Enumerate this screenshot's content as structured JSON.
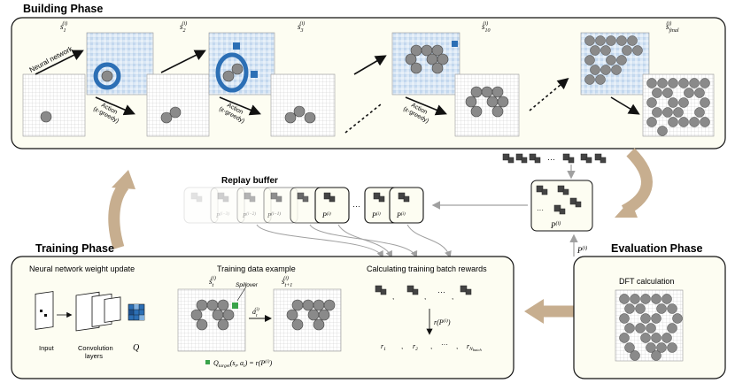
{
  "phases": {
    "building": "Building Phase",
    "training": "Training Phase",
    "evaluation": "Evaluation Phase"
  },
  "building": {
    "states": [
      "s",
      "s",
      "s",
      "s",
      "s"
    ],
    "state_sub": [
      "1",
      "2",
      "3",
      "10",
      "final"
    ],
    "state_sup": "(i)",
    "neural_network": "Neural network",
    "action_line1": "Action",
    "action_line2": "(ε-greedy)"
  },
  "replay_buffer": {
    "title": "Replay buffer",
    "items": [
      "P",
      "P",
      "P",
      "P",
      "P",
      "P",
      "P"
    ],
    "item_sup": [
      "(i−3)",
      "(i−2)",
      "(i−1)",
      "(i)",
      "(i)",
      "(i)",
      "(i)"
    ],
    "ellipsis": "···"
  },
  "evaluation": {
    "box_label": "DFT calculation",
    "pool_label": "P",
    "pool_sup": "(i)",
    "arrow_label": "P",
    "arrow_sup": "(i)",
    "ellipsis": "···"
  },
  "training": {
    "weight_update": "Neural network weight update",
    "input": "Input",
    "conv1": "Convolution",
    "conv2": "layers",
    "q": "Q",
    "example_title": "Training data example",
    "s_t": "s",
    "s_t_sub": "t",
    "s_t1_sub": "t+1",
    "sup": "(i)",
    "spillover": "Spillover",
    "a_t": "a",
    "q_target_eq": "Q",
    "q_target_sub": "target",
    "q_target_args": "(s",
    "q_target_rest": ") = r(P",
    "rewards_title": "Calculating training batch rewards",
    "reward_fn": "r(P",
    "rewards": [
      "r",
      "r",
      "···",
      "r"
    ],
    "reward_subs": [
      "1",
      "2",
      "",
      "N"
    ],
    "reward_nbatch": "batch",
    "ellipsis": "···"
  },
  "colors": {
    "panel_fill": "#fdfdf2",
    "panel_stroke": "#111111",
    "cycle_arrow": "#c7ae8f",
    "blue_dark": "#2c6fb5",
    "blue_light": "#cfe0f2",
    "atom": "#8a8a8a",
    "green": "#3aa34a"
  }
}
